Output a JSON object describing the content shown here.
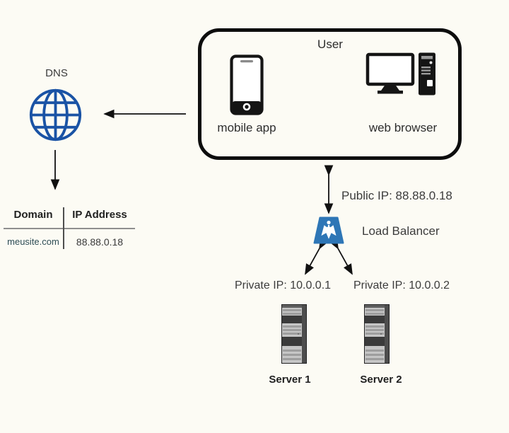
{
  "colors": {
    "background": "#fcfbf4",
    "globe_blue": "#1a53a5",
    "lb_blue": "#2e76b6",
    "arrow_black": "#111111"
  },
  "dns": {
    "label": "DNS"
  },
  "dns_table": {
    "headers": {
      "domain": "Domain",
      "ip": "IP Address"
    },
    "row": {
      "domain": "meusite.com",
      "ip": "88.88.0.18"
    }
  },
  "user_box": {
    "title": "User",
    "mobile_label": "mobile app",
    "browser_label": "web browser"
  },
  "load_balancer": {
    "public_ip_label": "Public IP: 88.88.0.18",
    "label": "Load Balancer"
  },
  "servers": [
    {
      "private_ip_label": "Private IP: 10.0.0.1",
      "name": "Server 1"
    },
    {
      "private_ip_label": "Private IP: 10.0.0.2",
      "name": "Server 2"
    }
  ],
  "icons": {
    "dns": "globe-icon",
    "mobile": "smartphone-icon",
    "desktop": "desktop-computer-icon",
    "load_balancer": "load-balancer-icon",
    "server": "server-tower-icon"
  }
}
